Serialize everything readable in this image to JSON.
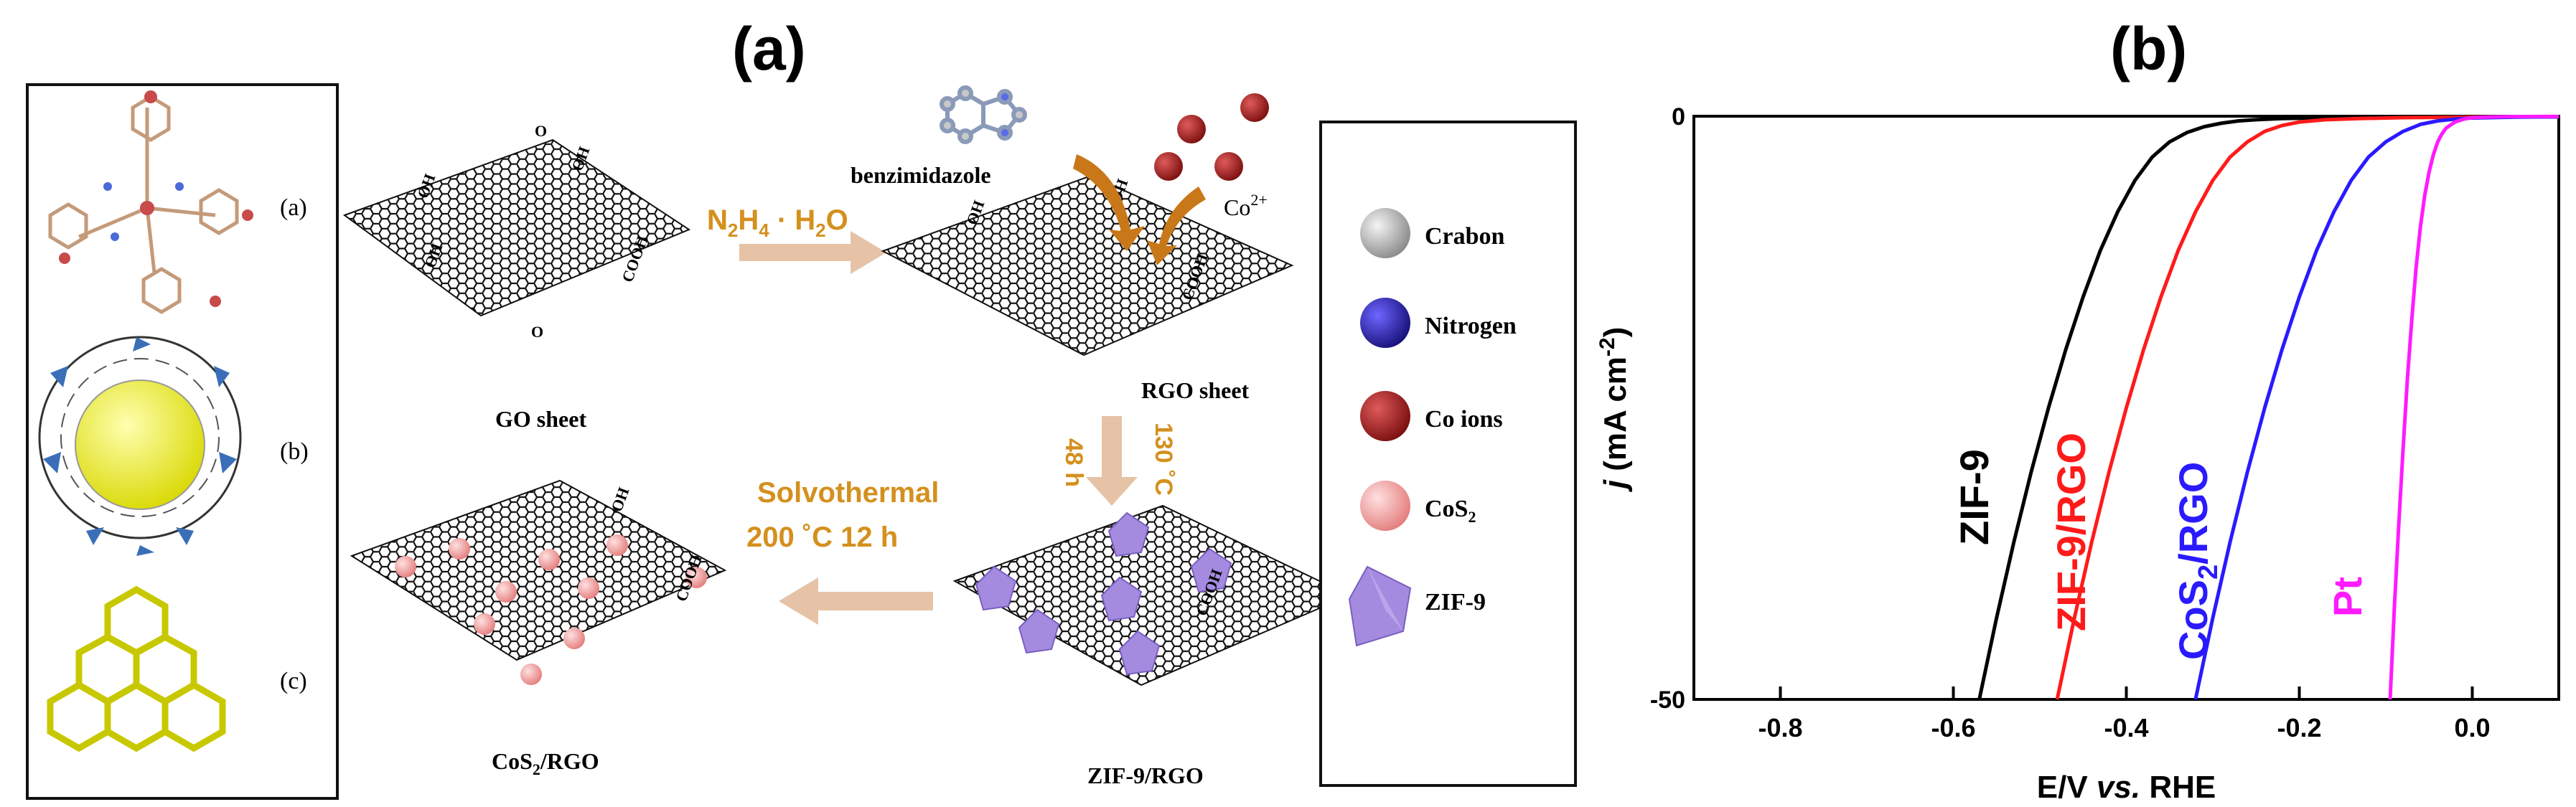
{
  "panel_a": {
    "label": "(a)",
    "structure_labels": [
      "(a)",
      "(b)",
      "(c)"
    ],
    "go_sheet": "GO  sheet",
    "rgo_sheet": "RGO  sheet",
    "zif_rgo": "ZIF-9/RGO",
    "cos2_rgo": "CoS",
    "cos2_rgo_tail": "/RGO",
    "benzimidazole": "benzimidazole",
    "co_ion": "Co",
    "co_ion_sup": "2+",
    "step1_a": "N",
    "step1_b": "H",
    "step1_c": " · H",
    "step1_d": "O",
    "step2_time": "48 h",
    "step2_temp": "130 ˚C",
    "step3_line1": "Solvothermal",
    "step3_line2": "200 ˚C    12 h",
    "oh": "OH",
    "o": "O",
    "cooh": "COOH",
    "legend": [
      {
        "label": "Crabon",
        "color": "#a8a8a8"
      },
      {
        "label": "Nitrogen",
        "color": "#2a1fb8"
      },
      {
        "label": "Co   ions",
        "color": "#a81e1e"
      },
      {
        "label": "CoS",
        "color": "#f0a0a0"
      },
      {
        "label": "ZIF-9",
        "color": "#a58be0"
      }
    ],
    "legend_sub": "2"
  },
  "panel_b": {
    "label": "(b)",
    "chart_data": {
      "type": "line",
      "xlabel": "E/V vs. RHE",
      "xlabel_parts": [
        "E/V ",
        "vs.",
        " RHE"
      ],
      "ylabel": "j (mA cm-2)",
      "ylabel_parts": [
        "j",
        " (mA cm",
        "-2",
        ")"
      ],
      "xlim": [
        -0.9,
        0.1
      ],
      "ylim": [
        -50,
        0
      ],
      "xticks": [
        -0.8,
        -0.6,
        -0.4,
        -0.2,
        0.0
      ],
      "xtick_labels": [
        "-0.8",
        "-0.6",
        "-0.4",
        "-0.2",
        "0.0"
      ],
      "yticks": [
        0,
        -50
      ],
      "ytick_labels": [
        "0",
        "-50"
      ],
      "series": [
        {
          "name": "ZIF-9",
          "color": "#000000",
          "x": [
            -0.57,
            -0.55,
            -0.53,
            -0.51,
            -0.49,
            -0.47,
            -0.45,
            -0.43,
            -0.41,
            -0.39,
            -0.37,
            -0.35,
            -0.33,
            -0.31,
            -0.29,
            -0.27,
            -0.25,
            -0.22,
            -0.18,
            -0.12,
            -0.05,
            0.05,
            0.1
          ],
          "y": [
            -50,
            -43,
            -36.5,
            -30.5,
            -25,
            -20,
            -15.5,
            -11.5,
            -8.2,
            -5.5,
            -3.5,
            -2.2,
            -1.4,
            -0.9,
            -0.6,
            -0.4,
            -0.3,
            -0.2,
            -0.15,
            -0.1,
            -0.08,
            -0.05,
            -0.05
          ]
        },
        {
          "name": "ZIF-9/RGO",
          "color": "#ff1a1a",
          "x": [
            -0.48,
            -0.46,
            -0.44,
            -0.42,
            -0.4,
            -0.38,
            -0.36,
            -0.34,
            -0.32,
            -0.3,
            -0.28,
            -0.26,
            -0.24,
            -0.22,
            -0.2,
            -0.17,
            -0.13,
            -0.08,
            0.0,
            0.1
          ],
          "y": [
            -50,
            -43,
            -36.5,
            -30.5,
            -25,
            -20,
            -15.5,
            -11.5,
            -8.2,
            -5.5,
            -3.5,
            -2.2,
            -1.3,
            -0.8,
            -0.5,
            -0.3,
            -0.2,
            -0.12,
            -0.08,
            -0.05
          ]
        },
        {
          "name": "CoS2/RGO",
          "color": "#2a1aff",
          "x": [
            -0.32,
            -0.3,
            -0.28,
            -0.26,
            -0.24,
            -0.22,
            -0.2,
            -0.18,
            -0.16,
            -0.14,
            -0.12,
            -0.1,
            -0.08,
            -0.06,
            -0.04,
            -0.02,
            0.0,
            0.05,
            0.1
          ],
          "y": [
            -50,
            -43,
            -36.5,
            -30.5,
            -25,
            -20,
            -15.5,
            -11.5,
            -8.2,
            -5.5,
            -3.5,
            -2.2,
            -1.3,
            -0.7,
            -0.4,
            -0.25,
            -0.15,
            -0.08,
            -0.05
          ]
        },
        {
          "name": "Pt",
          "color": "#ff1aff",
          "x": [
            -0.095,
            -0.09,
            -0.085,
            -0.08,
            -0.075,
            -0.07,
            -0.065,
            -0.06,
            -0.055,
            -0.05,
            -0.045,
            -0.04,
            -0.035,
            -0.03,
            -0.02,
            -0.01,
            0.0,
            0.02,
            0.05,
            0.1
          ],
          "y": [
            -50,
            -42,
            -35,
            -28.5,
            -22.5,
            -17.5,
            -13,
            -9.5,
            -6.8,
            -4.8,
            -3.3,
            -2.2,
            -1.5,
            -1.0,
            -0.5,
            -0.25,
            -0.12,
            -0.06,
            -0.03,
            -0.02
          ]
        }
      ],
      "series_labels": [
        {
          "parts": [
            "ZIF-9"
          ],
          "color": "#000000"
        },
        {
          "parts": [
            "ZIF-9/RGO"
          ],
          "color": "#ff1a1a"
        },
        {
          "parts": [
            "CoS",
            "2",
            "/RGO"
          ],
          "color": "#2a1aff"
        },
        {
          "parts": [
            "Pt"
          ],
          "color": "#ff1aff"
        }
      ]
    }
  }
}
